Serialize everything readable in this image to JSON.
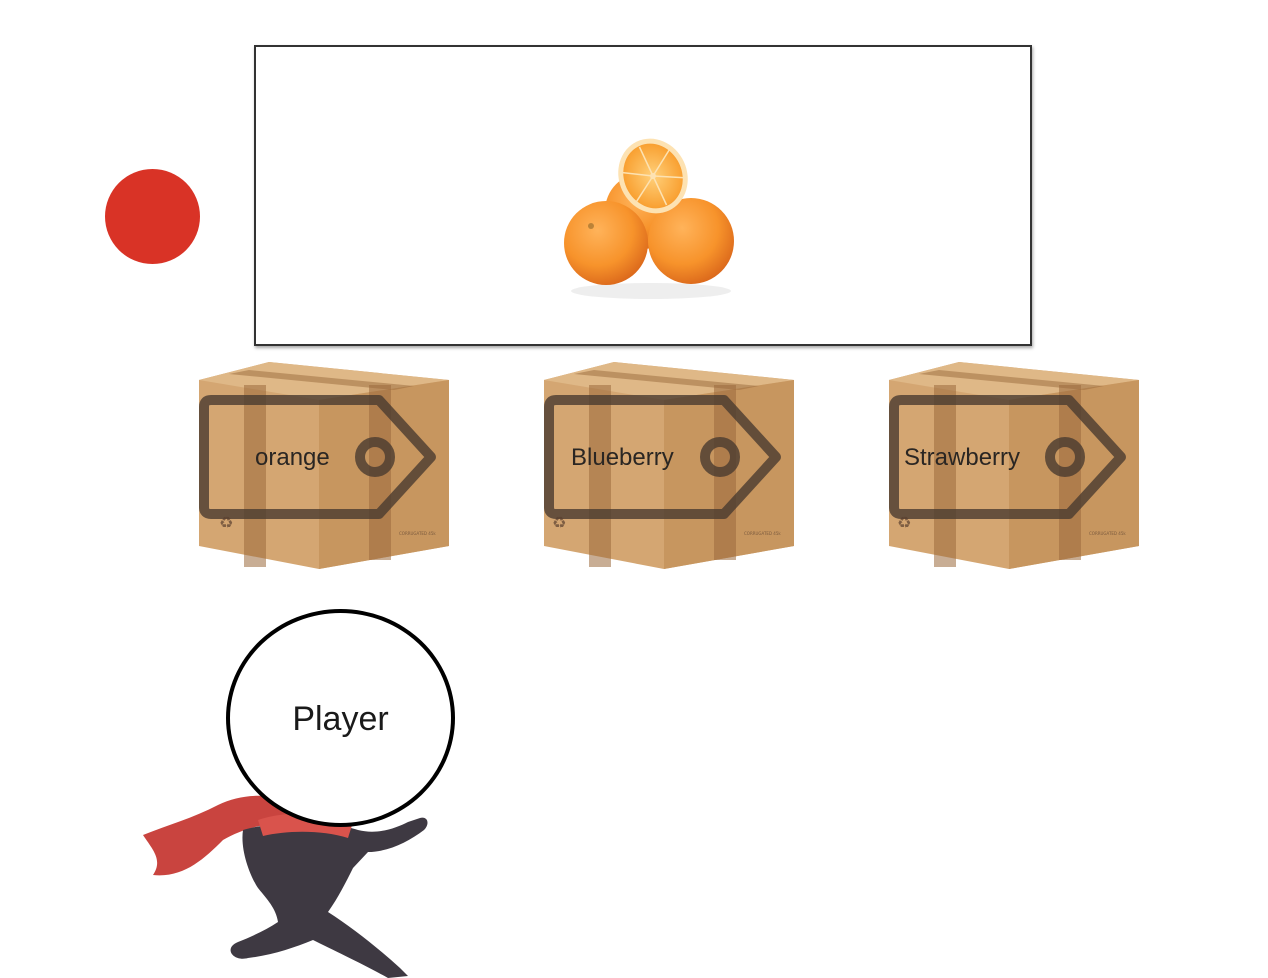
{
  "game": {
    "target_item": {
      "name": "oranges-image",
      "colors": {
        "fruit": "#f7932b",
        "fruit_dark": "#e0701c",
        "pith": "#fde2b2"
      }
    },
    "status_indicator": {
      "color": "#d93326"
    },
    "crates": [
      {
        "label": "orange"
      },
      {
        "label": "Blueberry"
      },
      {
        "label": "Strawberry"
      }
    ],
    "crate_small_text": "CORRUGATED 45k",
    "player": {
      "label": "Player",
      "colors": {
        "body": "#3e3942",
        "scarf": "#c9443f"
      }
    }
  }
}
